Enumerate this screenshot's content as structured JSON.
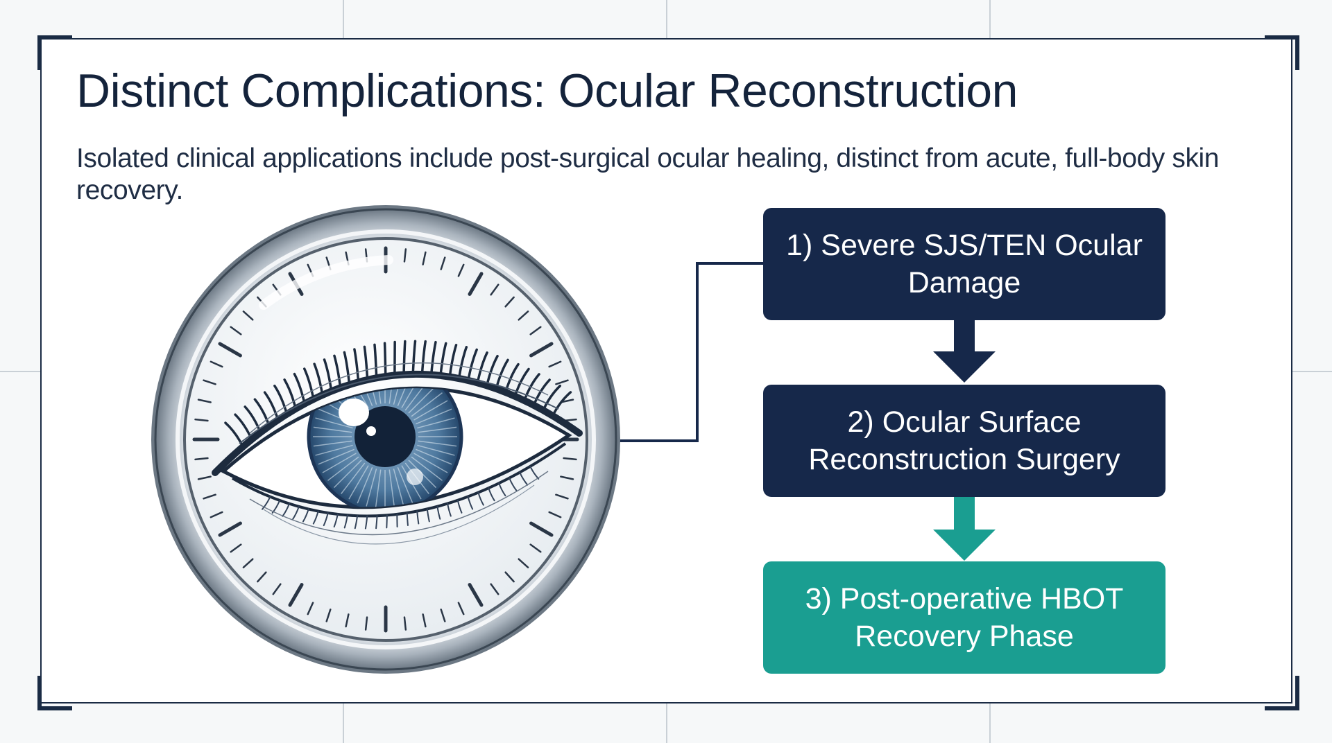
{
  "title": "Distinct Complications: Ocular Reconstruction",
  "subtitle": "Isolated clinical applications include post-surgical ocular healing, distinct from acute, full-body skin recovery.",
  "steps": [
    {
      "label": "1) Severe SJS/TEN Ocular Damage",
      "color": "#16284a"
    },
    {
      "label": "2) Ocular Surface Reconstruction Surgery",
      "color": "#16284a"
    },
    {
      "label": "3) Post-operative HBOT Recovery Phase",
      "color": "#1a9e91"
    }
  ],
  "colors": {
    "navy": "#16284a",
    "teal": "#1a9e91",
    "frame": "#1a2b44",
    "iris": "#3f6b91"
  },
  "illustration": "eye-in-clock-dial-icon"
}
